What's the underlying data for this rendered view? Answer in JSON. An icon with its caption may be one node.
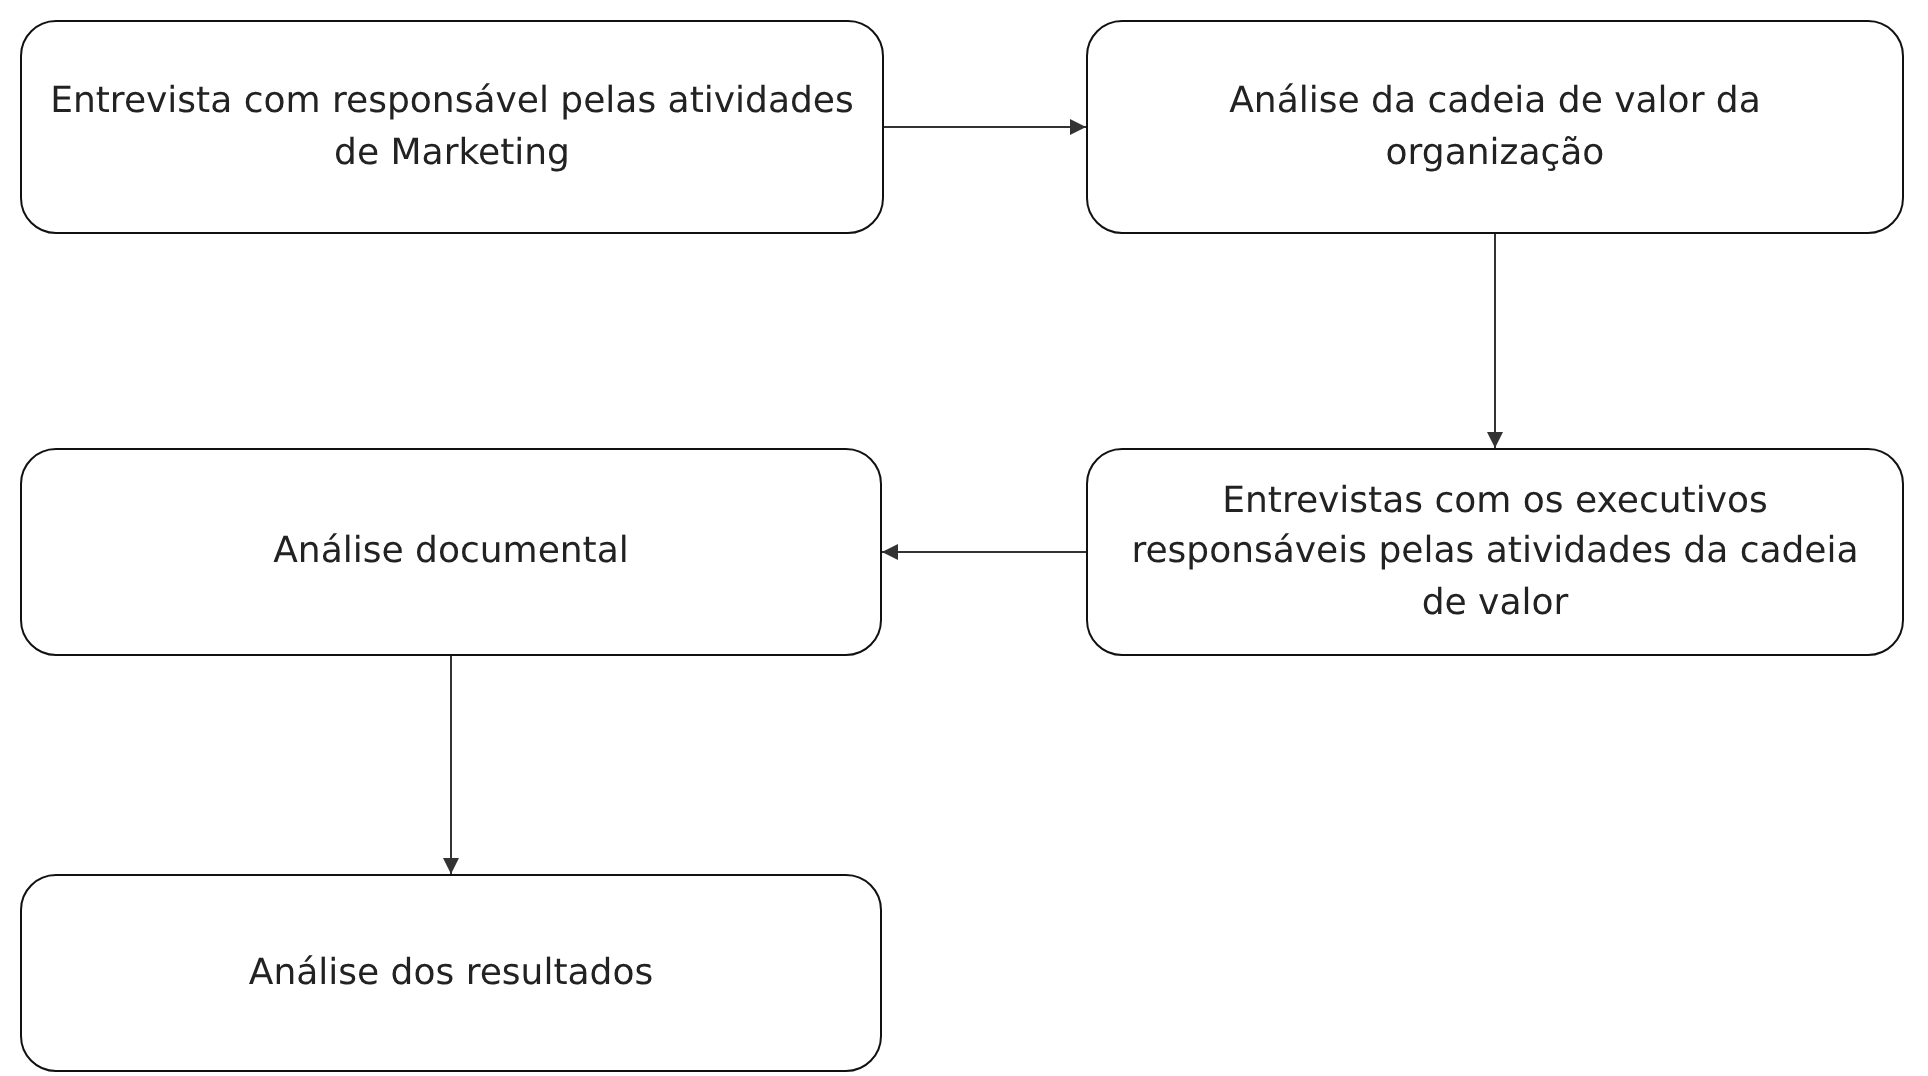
{
  "diagram": {
    "nodes": [
      {
        "text": [
          "Entrevista com responsável pelas atividades de Marketing"
        ]
      },
      {
        "text": [
          "Análise da cadeia de valor da organização"
        ]
      },
      {
        "text": [
          "Análise documental"
        ]
      },
      {
        "text": [
          "Entrevistas com os executivos responsáveis pelas atividades da cadeia de valor"
        ]
      },
      {
        "text": [
          "Análise dos resultados"
        ]
      }
    ],
    "edges": [
      {
        "from": 0,
        "to": 1,
        "arrow": "to"
      },
      {
        "from": 1,
        "to": 3,
        "arrow": "to"
      },
      {
        "from": 3,
        "to": 2,
        "arrow": "to"
      },
      {
        "from": 2,
        "to": 4,
        "arrow": "to"
      }
    ]
  }
}
